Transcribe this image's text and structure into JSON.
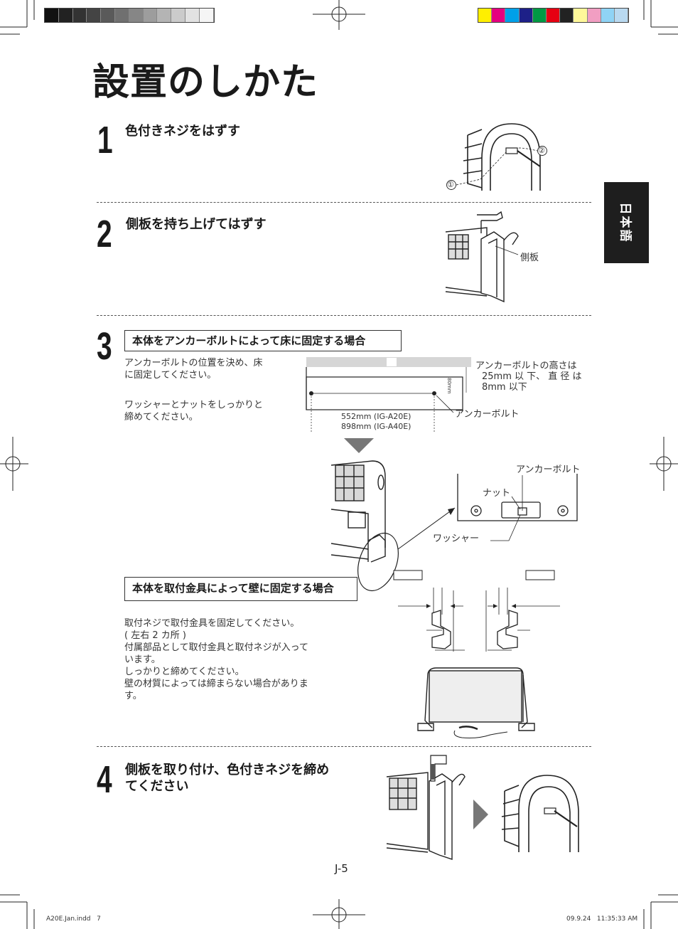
{
  "page": {
    "title": "設置のしかた",
    "language_tab": "日本語",
    "page_number": "J-5",
    "footer_left": "A20E.Jan.indd   7",
    "footer_right": "09.9.24   11:35:33 AM"
  },
  "steps": [
    {
      "number": "1",
      "heading": "色付きネジをはずす",
      "labels": {
        "circle1": "①",
        "circle2": "②"
      }
    },
    {
      "number": "2",
      "heading": "側板を持ち上げてはずす",
      "labels": {
        "side_panel": "側板"
      }
    },
    {
      "number": "3",
      "floor_box": "本体をアンカーボルトによって床に固定する場合",
      "floor_text_1": [
        "アンカーボルトの位置を決め、床",
        "に固定してください。"
      ],
      "floor_text_2": [
        "ワッシャーとナットをしっかりと",
        "締めてください。"
      ],
      "anchor_height_note": [
        "アンカーボルトの高さは",
        "25mm 以 下、 直 径 は",
        "8mm 以下"
      ],
      "anchor_label": "アンカーボルト",
      "dim_small": "80mm",
      "dim_a20e": "552mm (IG-A20E)",
      "dim_a40e": "898mm (IG-A40E)",
      "detail_labels": {
        "anchor": "アンカーボルト",
        "nut": "ナット",
        "washer": "ワッシャー"
      },
      "wall_box": "本体を取付金具によって壁に固定する場合",
      "wall_text": [
        "取付ネジで取付金具を固定してください。",
        "( 左右 2 カ所 )",
        "付属部品として取付金具と取付ネジが入って",
        "います。",
        "しっかりと締めてください。",
        "壁の材質によっては締まらない場合がありま",
        "す。"
      ]
    },
    {
      "number": "4",
      "heading": [
        "側板を取り付け、色付きネジを締め",
        "てください"
      ]
    }
  ],
  "colors": {
    "gray_bars": [
      "#111111",
      "#222222",
      "#333333",
      "#444444",
      "#5a5a5a",
      "#707070",
      "#868686",
      "#9d9d9d",
      "#b4b4b4",
      "#cbcbcb",
      "#e2e2e2",
      "#f5f5f5"
    ],
    "color_bars": [
      "#ffef00",
      "#e5007f",
      "#00a0e9",
      "#1d2088",
      "#009944",
      "#e60012",
      "#222222",
      "#fff79a",
      "#f19ec2",
      "#8fd3f5",
      "#b9d9f0"
    ]
  }
}
